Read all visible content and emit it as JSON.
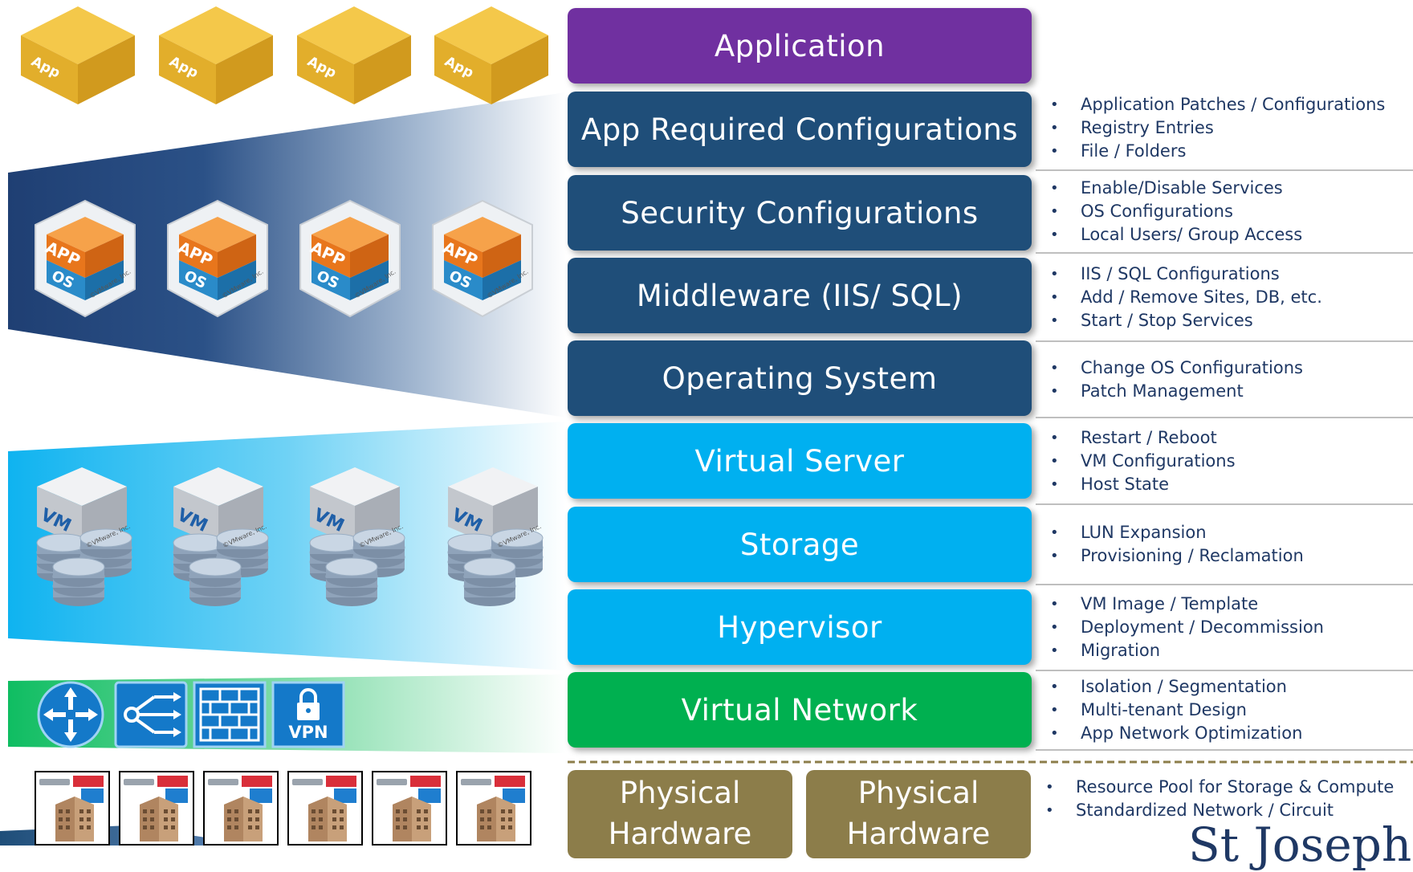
{
  "app_cube_label": "App",
  "vm_cube": {
    "app": "APP",
    "os": "OS",
    "vm": "VM",
    "credit": "©VMware, Inc."
  },
  "vpn_label": "VPN",
  "layers": [
    {
      "label": "Application",
      "color": "#7030a0"
    },
    {
      "label": "App Required Configurations",
      "color": "#1f4e79"
    },
    {
      "label": "Security Configurations",
      "color": "#1f4e79"
    },
    {
      "label": "Middleware (IIS/ SQL)",
      "color": "#1f4e79"
    },
    {
      "label": "Operating System",
      "color": "#1f4e79"
    },
    {
      "label": "Virtual Server",
      "color": "#00b0f0"
    },
    {
      "label": "Storage",
      "color": "#00b0f0"
    },
    {
      "label": "Hypervisor",
      "color": "#00b0f0"
    },
    {
      "label": "Virtual Network",
      "color": "#00b050"
    }
  ],
  "physical": [
    {
      "line1": "Physical",
      "line2": "Hardware"
    },
    {
      "line1": "Physical",
      "line2": "Hardware"
    }
  ],
  "descriptions": [
    [
      "Application Patches / Configurations",
      "Registry Entries",
      "File / Folders"
    ],
    [
      "Enable/Disable Services",
      "OS Configurations",
      "Local Users/ Group Access"
    ],
    [
      "IIS / SQL Configurations",
      "Add / Remove Sites, DB, etc.",
      "Start / Stop Services"
    ],
    [
      "Change OS Configurations",
      "Patch Management"
    ],
    [
      "Restart / Reboot",
      "VM Configurations",
      "Host State"
    ],
    [
      "LUN Expansion",
      "Provisioning / Reclamation"
    ],
    [
      "VM Image / Template",
      "Deployment / Decommission",
      "Migration"
    ],
    [
      "Isolation / Segmentation",
      "Multi-tenant Design",
      "App Network Optimization"
    ],
    [
      "Resource Pool for Storage & Compute",
      "Standardized Network / Circuit"
    ]
  ],
  "logo_text": "St Joseph",
  "colors": {
    "purple": "#7030a0",
    "navy": "#1f4e79",
    "cyan": "#00b0f0",
    "green": "#00b050",
    "olive": "#8c7d4a",
    "gold": "#e8b83a"
  }
}
